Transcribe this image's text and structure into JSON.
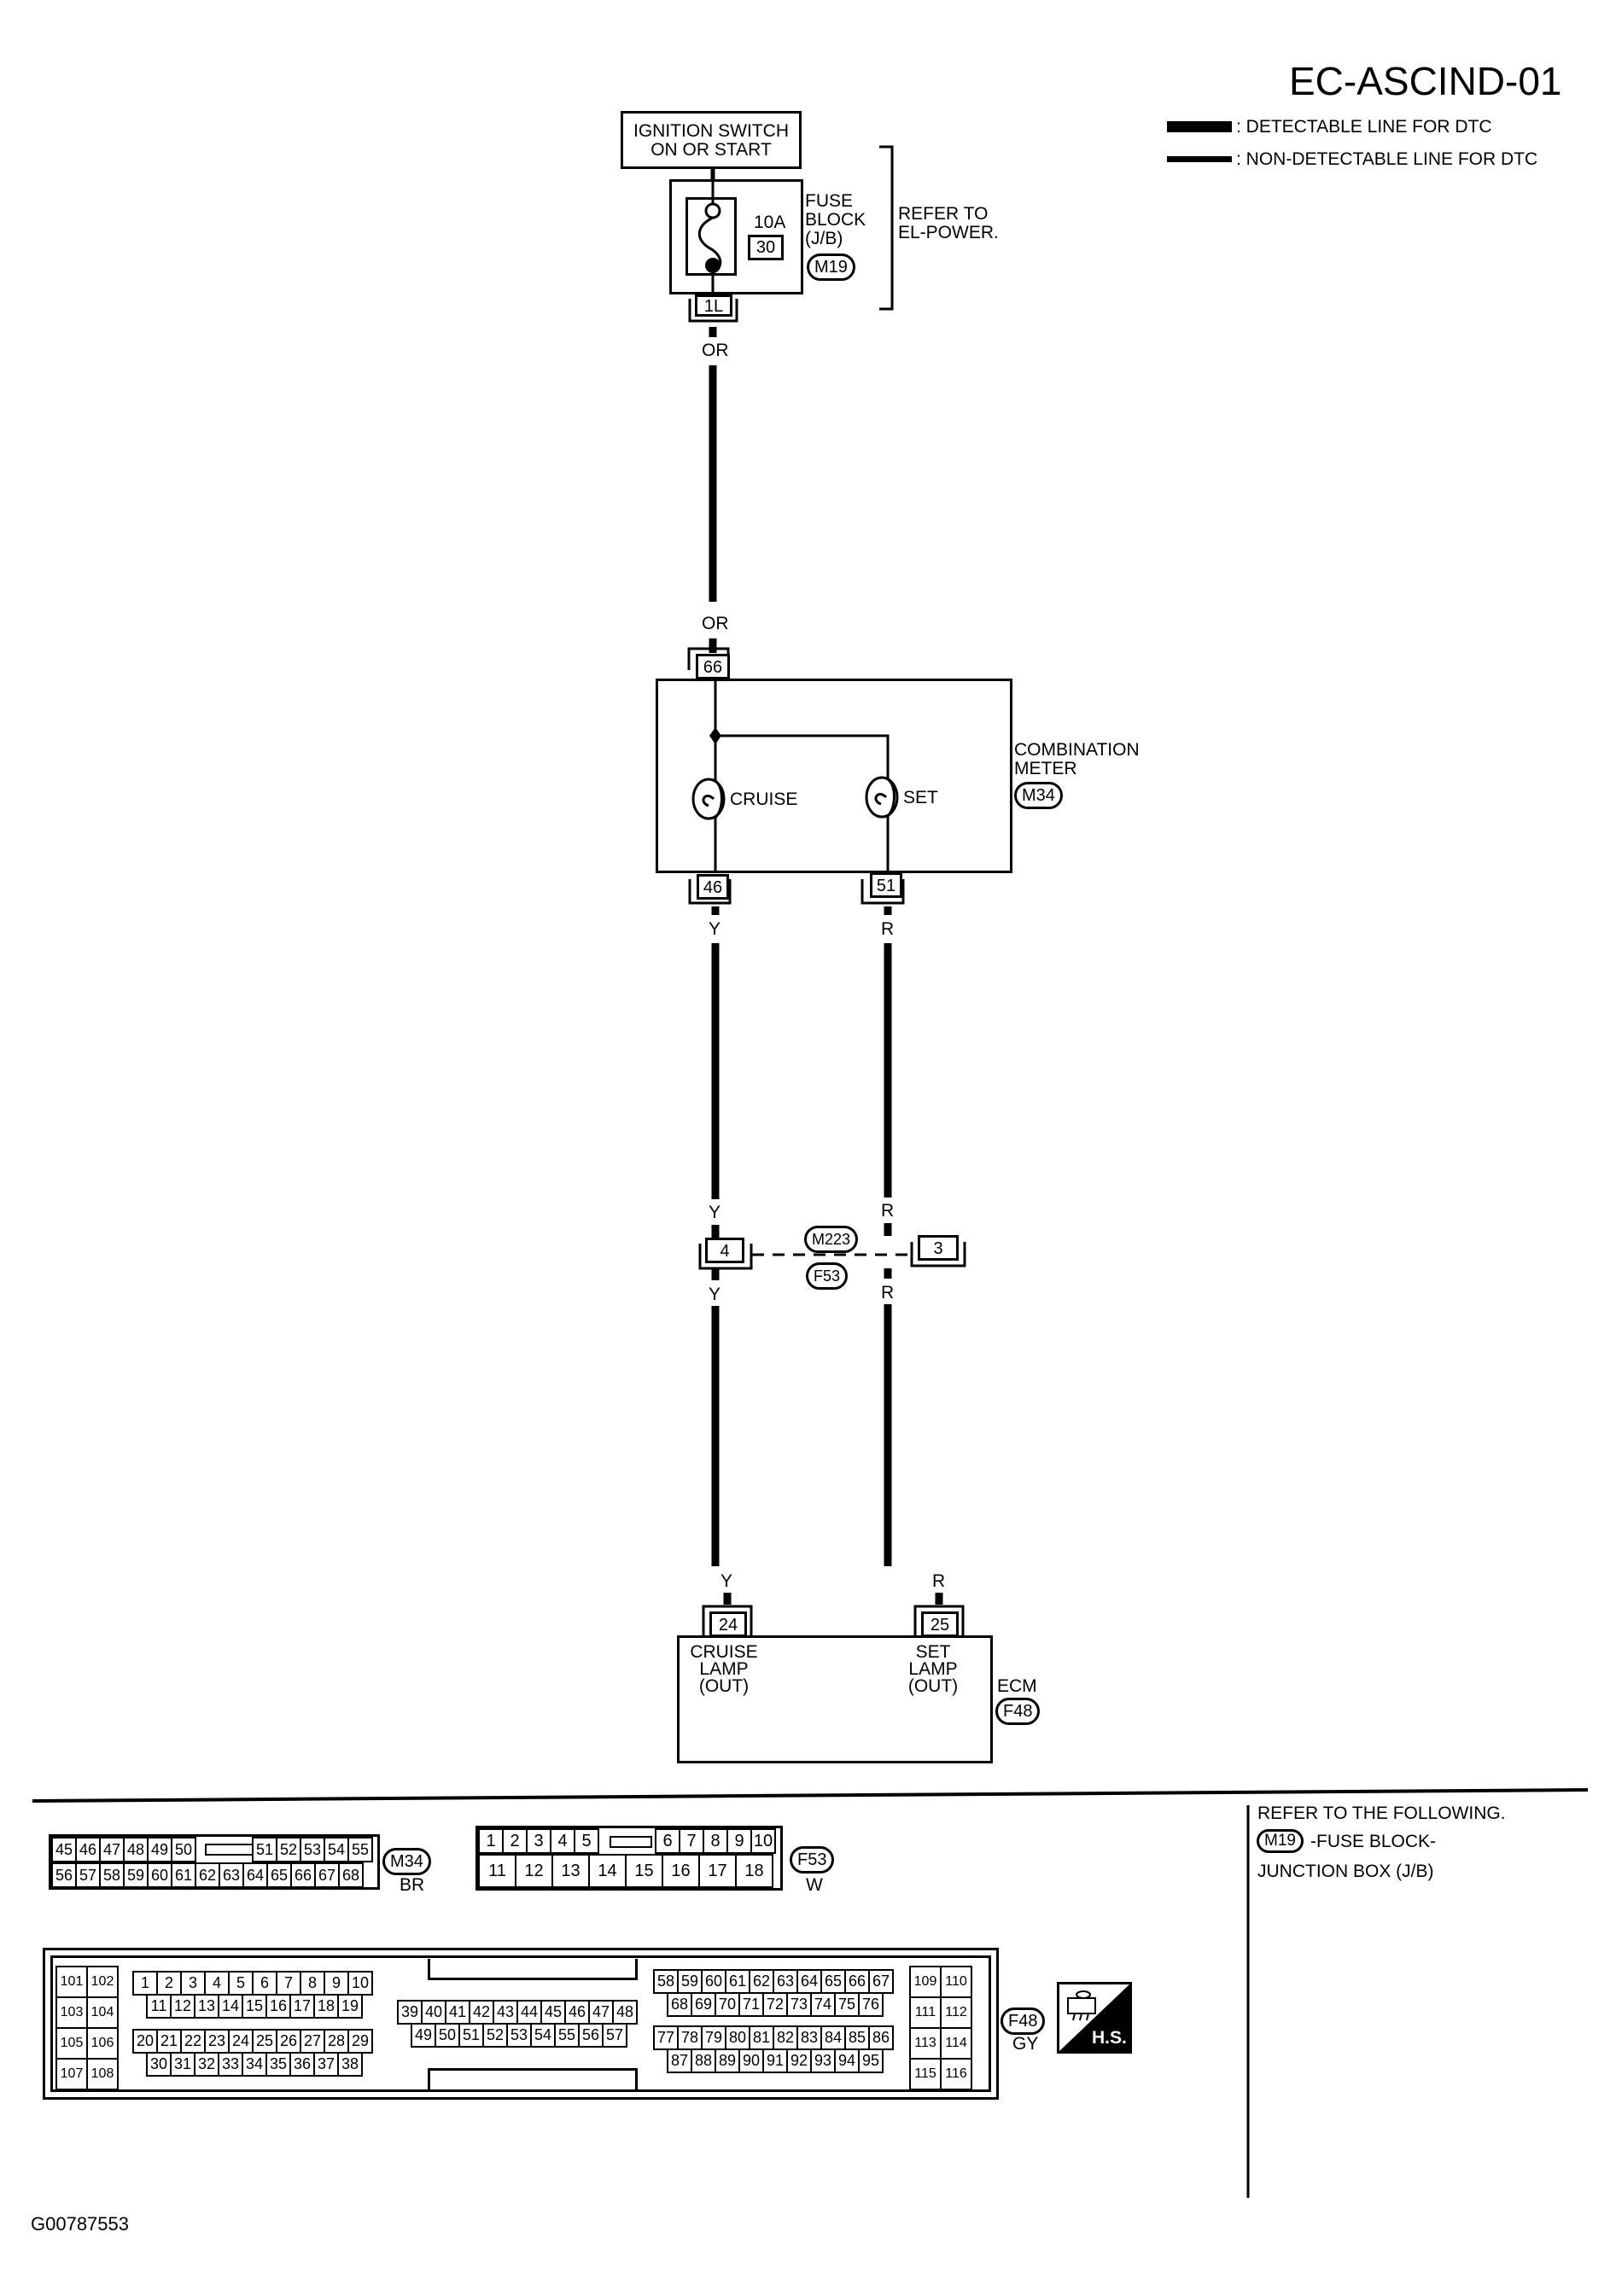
{
  "header": {
    "diagram_id": "EC-ASCIND-01",
    "legend": [
      {
        "style": "thick",
        "label": ": DETECTABLE LINE FOR DTC"
      },
      {
        "style": "thin",
        "label": ": NON-DETECTABLE LINE FOR DTC"
      }
    ]
  },
  "power": {
    "source_line1": "IGNITION SWITCH",
    "source_line2": "ON OR START",
    "fuse_rating": "10A",
    "fuse_number": "30",
    "fuse_block_line1": "FUSE",
    "fuse_block_line2": "BLOCK",
    "fuse_block_line3": "(J/B)",
    "fuse_block_connector": "M19",
    "terminal": "1L",
    "refer_line1": "REFER TO",
    "refer_line2": "EL-POWER.",
    "wire_color_out": "OR"
  },
  "combination_meter": {
    "wire_color_in": "OR",
    "terminal_in": "66",
    "name_line1": "COMBINATION",
    "name_line2": "METER",
    "connector": "M34",
    "lamps": [
      {
        "label": "CRUISE",
        "terminal": "46",
        "wire_color": "Y"
      },
      {
        "label": "SET",
        "terminal": "51",
        "wire_color": "R"
      }
    ]
  },
  "junction": {
    "connector_top": "M223",
    "connector_bottom": "F53",
    "pins": [
      {
        "terminal": "4",
        "wire_top": "Y",
        "wire_bottom": "Y"
      },
      {
        "terminal": "3",
        "wire_top": "R",
        "wire_bottom": "R"
      }
    ]
  },
  "ecm": {
    "name": "ECM",
    "connector": "F48",
    "inputs": [
      {
        "terminal": "24",
        "wire_color": "Y",
        "line1": "CRUISE",
        "line2": "LAMP",
        "line3": "(OUT)"
      },
      {
        "terminal": "25",
        "wire_color": "R",
        "line1": "SET",
        "line2": "LAMP",
        "line3": "(OUT)"
      }
    ]
  },
  "connector_views": {
    "m34": {
      "id": "M34",
      "color": "BR",
      "row1_left": [
        "45",
        "46",
        "47",
        "48",
        "49",
        "50"
      ],
      "row1_right": [
        "51",
        "52",
        "53",
        "54",
        "55"
      ],
      "row2": [
        "56",
        "57",
        "58",
        "59",
        "60",
        "61",
        "62",
        "63",
        "64",
        "65",
        "66",
        "67",
        "68"
      ]
    },
    "f53": {
      "id": "F53",
      "color": "W",
      "row1_left": [
        "1",
        "2",
        "3",
        "4",
        "5"
      ],
      "row1_right": [
        "6",
        "7",
        "8",
        "9",
        "10"
      ],
      "row2": [
        "11",
        "12",
        "13",
        "14",
        "15",
        "16",
        "17",
        "18"
      ]
    },
    "f48": {
      "id": "F48",
      "color": "GY",
      "left_block": [
        [
          "101",
          "102"
        ],
        [
          "103",
          "104"
        ],
        [
          "105",
          "106"
        ],
        [
          "107",
          "108"
        ]
      ],
      "right_block": [
        [
          "109",
          "110"
        ],
        [
          "111",
          "112"
        ],
        [
          "113",
          "114"
        ],
        [
          "115",
          "116"
        ]
      ],
      "group_a_row1": [
        "1",
        "2",
        "3",
        "4",
        "5",
        "6",
        "7",
        "8",
        "9",
        "10"
      ],
      "group_a_row2": [
        "11",
        "12",
        "13",
        "14",
        "15",
        "16",
        "17",
        "18",
        "19"
      ],
      "group_b_row1": [
        "20",
        "21",
        "22",
        "23",
        "24",
        "25",
        "26",
        "27",
        "28",
        "29"
      ],
      "group_b_row2": [
        "30",
        "31",
        "32",
        "33",
        "34",
        "35",
        "36",
        "37",
        "38"
      ],
      "group_c_row1": [
        "39",
        "40",
        "41",
        "42",
        "43",
        "44",
        "45",
        "46",
        "47",
        "48"
      ],
      "group_c_row2": [
        "49",
        "50",
        "51",
        "52",
        "53",
        "54",
        "55",
        "56",
        "57"
      ],
      "group_d_row1": [
        "58",
        "59",
        "60",
        "61",
        "62",
        "63",
        "64",
        "65",
        "66",
        "67"
      ],
      "group_d_row2": [
        "68",
        "69",
        "70",
        "71",
        "72",
        "73",
        "74",
        "75",
        "76"
      ],
      "group_e_row1": [
        "77",
        "78",
        "79",
        "80",
        "81",
        "82",
        "83",
        "84",
        "85",
        "86"
      ],
      "group_e_row2": [
        "87",
        "88",
        "89",
        "90",
        "91",
        "92",
        "93",
        "94",
        "95"
      ],
      "badge_label": "H.S."
    }
  },
  "refer_panel": {
    "line1": "REFER TO THE FOLLOWING.",
    "connector": "M19",
    "line2": "-FUSE BLOCK-",
    "line3": "JUNCTION BOX (J/B)"
  },
  "footer": {
    "figure_code": "G00787553"
  }
}
